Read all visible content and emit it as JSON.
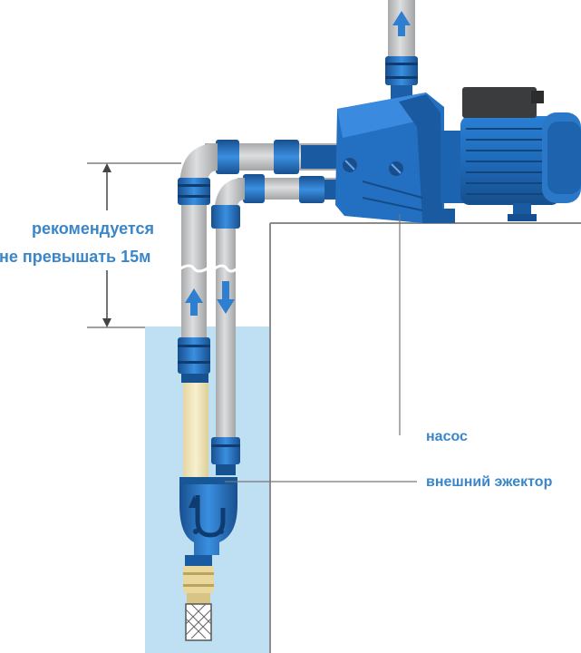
{
  "depth_note": {
    "line1": "рекомендуется",
    "line2": "не превышать 15м"
  },
  "callouts": {
    "pump": "насос",
    "ejector": "внешний эжектор"
  },
  "colors": {
    "pump_blue": "#1e6fc0",
    "pump_blue_dark": "#144f8f",
    "pipe_gray": "#c9cbcd",
    "pipe_gray_dark": "#9a9c9e",
    "fitting_blue": "#2f7fd0",
    "water": "#bfe0f2",
    "label_blue": "#3a86c8",
    "flow_arrow": "#2f7fd0",
    "filter_tube": "#f4ebc4"
  },
  "icons": {
    "flow_up": "arrow-up-icon",
    "flow_down": "arrow-down-icon",
    "dimension": "double-arrow-icon"
  }
}
